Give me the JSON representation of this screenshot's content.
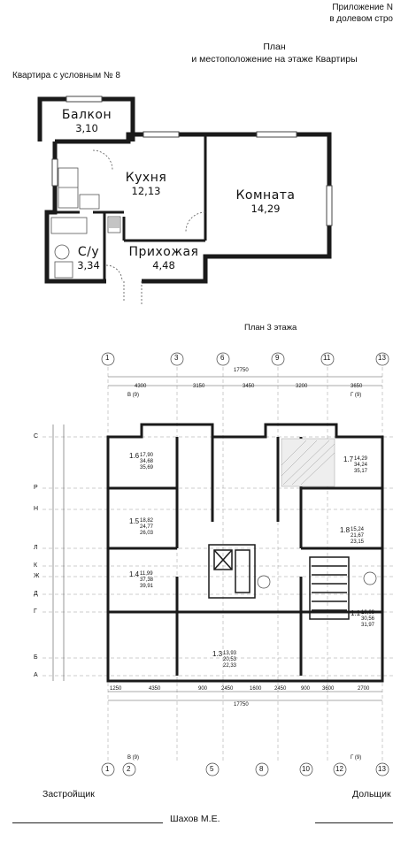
{
  "header": {
    "appendix_line1": "Приложение N",
    "appendix_line2": "в долевом стро",
    "plan_title_line1": "План",
    "plan_title_line2": "и местоположение на этаже Квартиры",
    "apartment_label": "Квартира с условным № 8"
  },
  "apartment_plan": {
    "rooms": [
      {
        "id": "balcony",
        "name": "Балкон",
        "area": "3,10"
      },
      {
        "id": "kitchen",
        "name": "Кухня",
        "area": "12,13"
      },
      {
        "id": "room",
        "name": "Комната",
        "area": "14,29"
      },
      {
        "id": "bath",
        "name": "С/у",
        "area": "3,34"
      },
      {
        "id": "hall",
        "name": "Прихожая",
        "area": "4,48"
      }
    ]
  },
  "floor_plan": {
    "title": "План 3 этажа",
    "axes_top": [
      "1",
      "3",
      "6",
      "9",
      "11",
      "13"
    ],
    "axes_bottom": [
      "1",
      "2",
      "5",
      "8",
      "10",
      "12",
      "13"
    ],
    "rows_left": [
      "С",
      "Р",
      "Н",
      "Л",
      "К",
      "Ж",
      "Д",
      "Г",
      "Б",
      "А"
    ],
    "dims_top": [
      "4300",
      "3150",
      "3450",
      "3200",
      "3650"
    ],
    "dim_total_top": "17750",
    "dims_bottom": [
      "1250",
      "4350",
      "900",
      "2450",
      "1600",
      "2450",
      "900",
      "3600",
      "2700"
    ],
    "dim_total_bottom": "17750",
    "axis_labels": [
      "В (9)",
      "Г (9)"
    ],
    "apartments": [
      {
        "num": "1.6",
        "a": "17,90",
        "b": "34,68",
        "c": "35,69"
      },
      {
        "num": "1.7",
        "a": "14,29",
        "b": "34,24",
        "c": "35,17"
      },
      {
        "num": "1.5",
        "a": "18,82",
        "b": "24,77",
        "c": "26,03"
      },
      {
        "num": "1.8",
        "a": "15,24",
        "b": "21,67",
        "c": "23,15"
      },
      {
        "num": "1.4",
        "a": "11,99",
        "b": "37,38",
        "c": "39,91"
      },
      {
        "num": "1.1",
        "a": "10,09",
        "b": "30,56",
        "c": "31,97"
      },
      {
        "num": "1.3",
        "a": "13,93",
        "b": "20,53",
        "c": "22,33"
      }
    ]
  },
  "signatures": {
    "developer": "Застройщик",
    "developer_name": "Шахов М.Е.",
    "shareholder": "Дольщик"
  }
}
